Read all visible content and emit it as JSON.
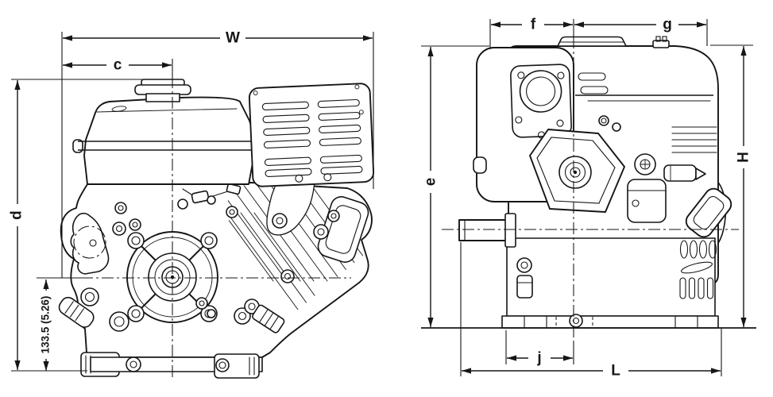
{
  "figure": {
    "type": "engine-outline-dimension-drawing",
    "background": "#ffffff",
    "line_color": "#161616",
    "views": [
      {
        "id": "front",
        "dimension_ids": [
          "W",
          "c",
          "d",
          "crank_height"
        ]
      },
      {
        "id": "side",
        "dimension_ids": [
          "f",
          "g",
          "e",
          "H",
          "j",
          "L"
        ]
      }
    ]
  },
  "labels": {
    "W": "W",
    "c": "c",
    "d": "d",
    "crank_height": "133.5 (5.26)",
    "f": "f",
    "g": "g",
    "e": "e",
    "H": "H",
    "j": "j",
    "L": "L"
  }
}
